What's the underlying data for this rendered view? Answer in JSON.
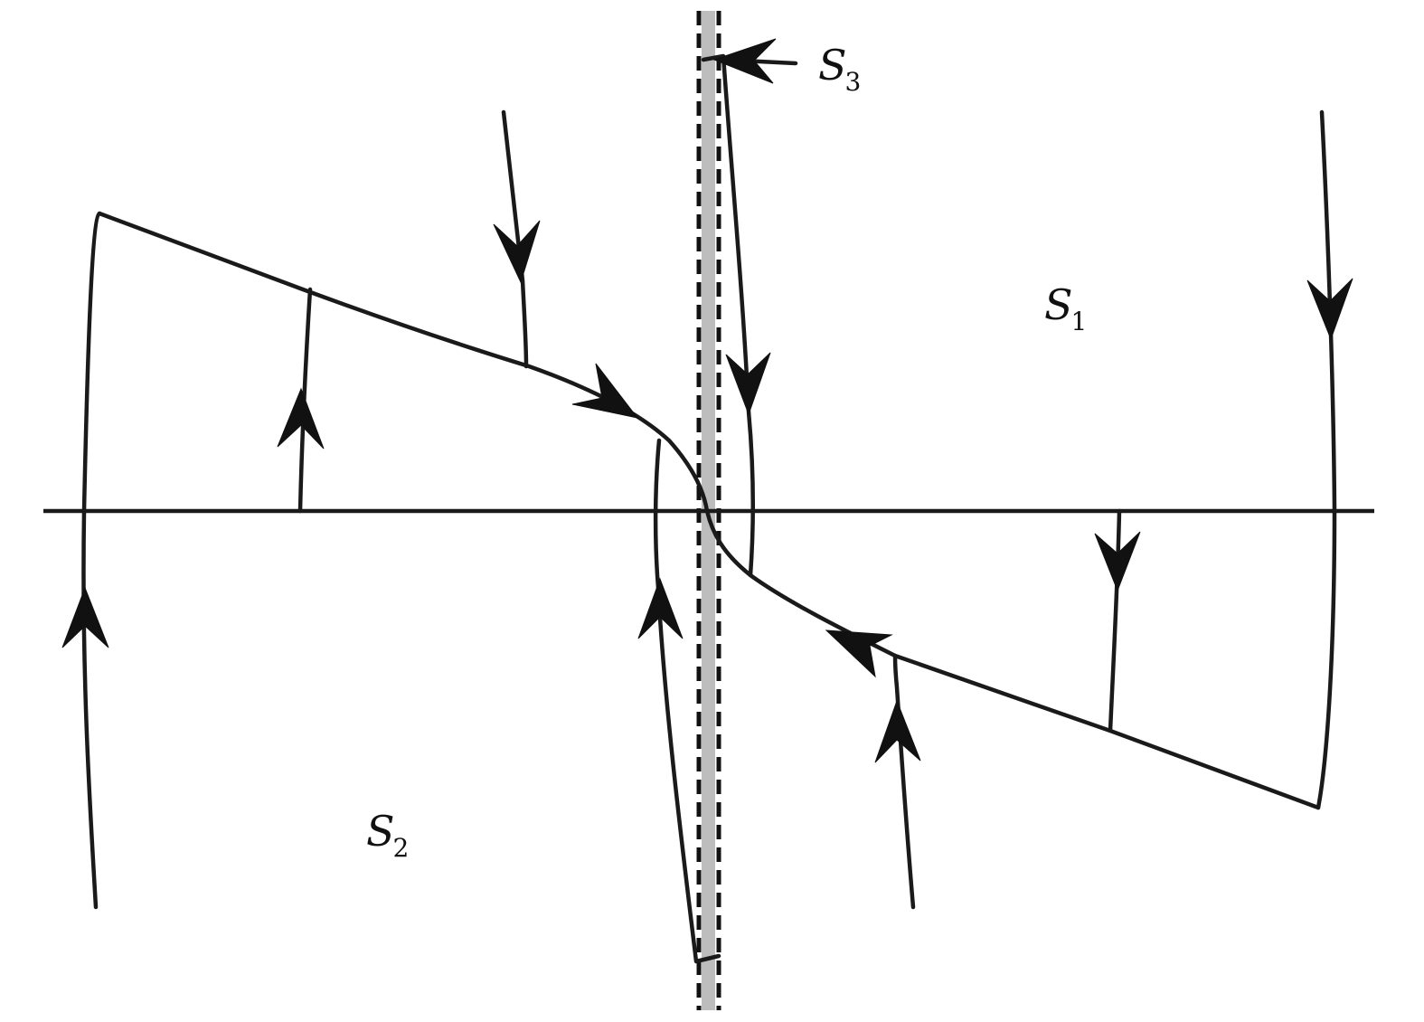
{
  "labels": {
    "s1": {
      "main": "S",
      "sub": "1"
    },
    "s2": {
      "main": "S",
      "sub": "2"
    },
    "s3": {
      "main": "S",
      "sub": "3"
    }
  },
  "colors": {
    "stroke": "#1a1a1a",
    "band": "#bdbdbd",
    "background": "#ffffff"
  }
}
